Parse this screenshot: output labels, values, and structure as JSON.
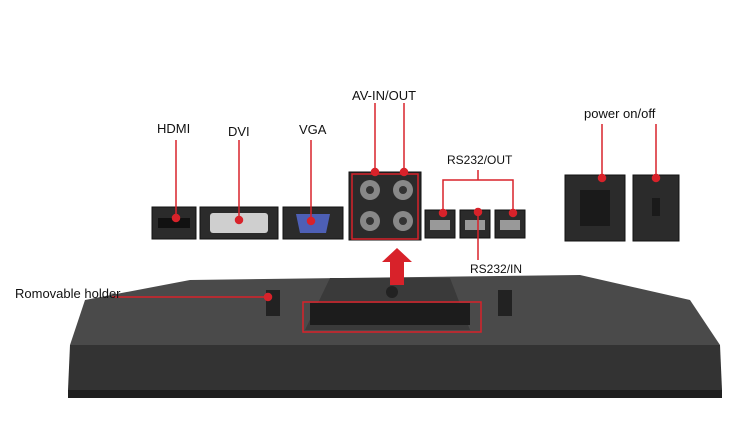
{
  "labels": {
    "hdmi": "HDMI",
    "dvi": "DVI",
    "vga": "VGA",
    "av": "AV-IN/OUT",
    "rs232_out": "RS232/OUT",
    "rs232_in": "RS232/IN",
    "power": "power  on/off",
    "holder": "Romovable holder"
  },
  "colors": {
    "callout": "#d8222a",
    "panel": "#2b2b2b",
    "monitor_back": "#3a3a3a"
  },
  "icons": [
    "hdmi-port-icon",
    "dvi-port-icon",
    "vga-port-icon",
    "bnc-connector-icon",
    "rj45-port-icon",
    "power-socket-icon",
    "power-switch-icon",
    "up-arrow-icon"
  ]
}
